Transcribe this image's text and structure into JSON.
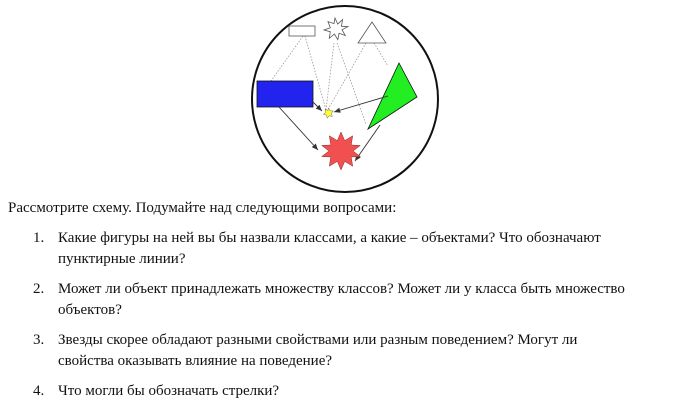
{
  "intro": "Рассмотрите схему. Подумайте над следующими вопросами:",
  "questions": [
    {
      "number": "1.",
      "line1": "Какие фигуры на ней вы бы назвали классами, а какие – объектами? Что обозначают",
      "line2": "пунктирные линии?"
    },
    {
      "number": "2.",
      "line1": "Может ли объект принадлежать множеству классов? Может ли у класса быть множество",
      "line2": "объектов?"
    },
    {
      "number": "3.",
      "line1": "Звезды скорее обладают разными свойствами или разным поведением? Могут ли",
      "line2": "свойства оказывать влияние на поведение?"
    },
    {
      "number": "4.",
      "line1": "Что могли бы обозначать стрелки?",
      "line2": ""
    }
  ],
  "colors": {
    "blue_rect": "#2323f0",
    "green_triangle": "#22ee22",
    "yellow_star": "#ffff33",
    "red_star": "#f05050"
  }
}
